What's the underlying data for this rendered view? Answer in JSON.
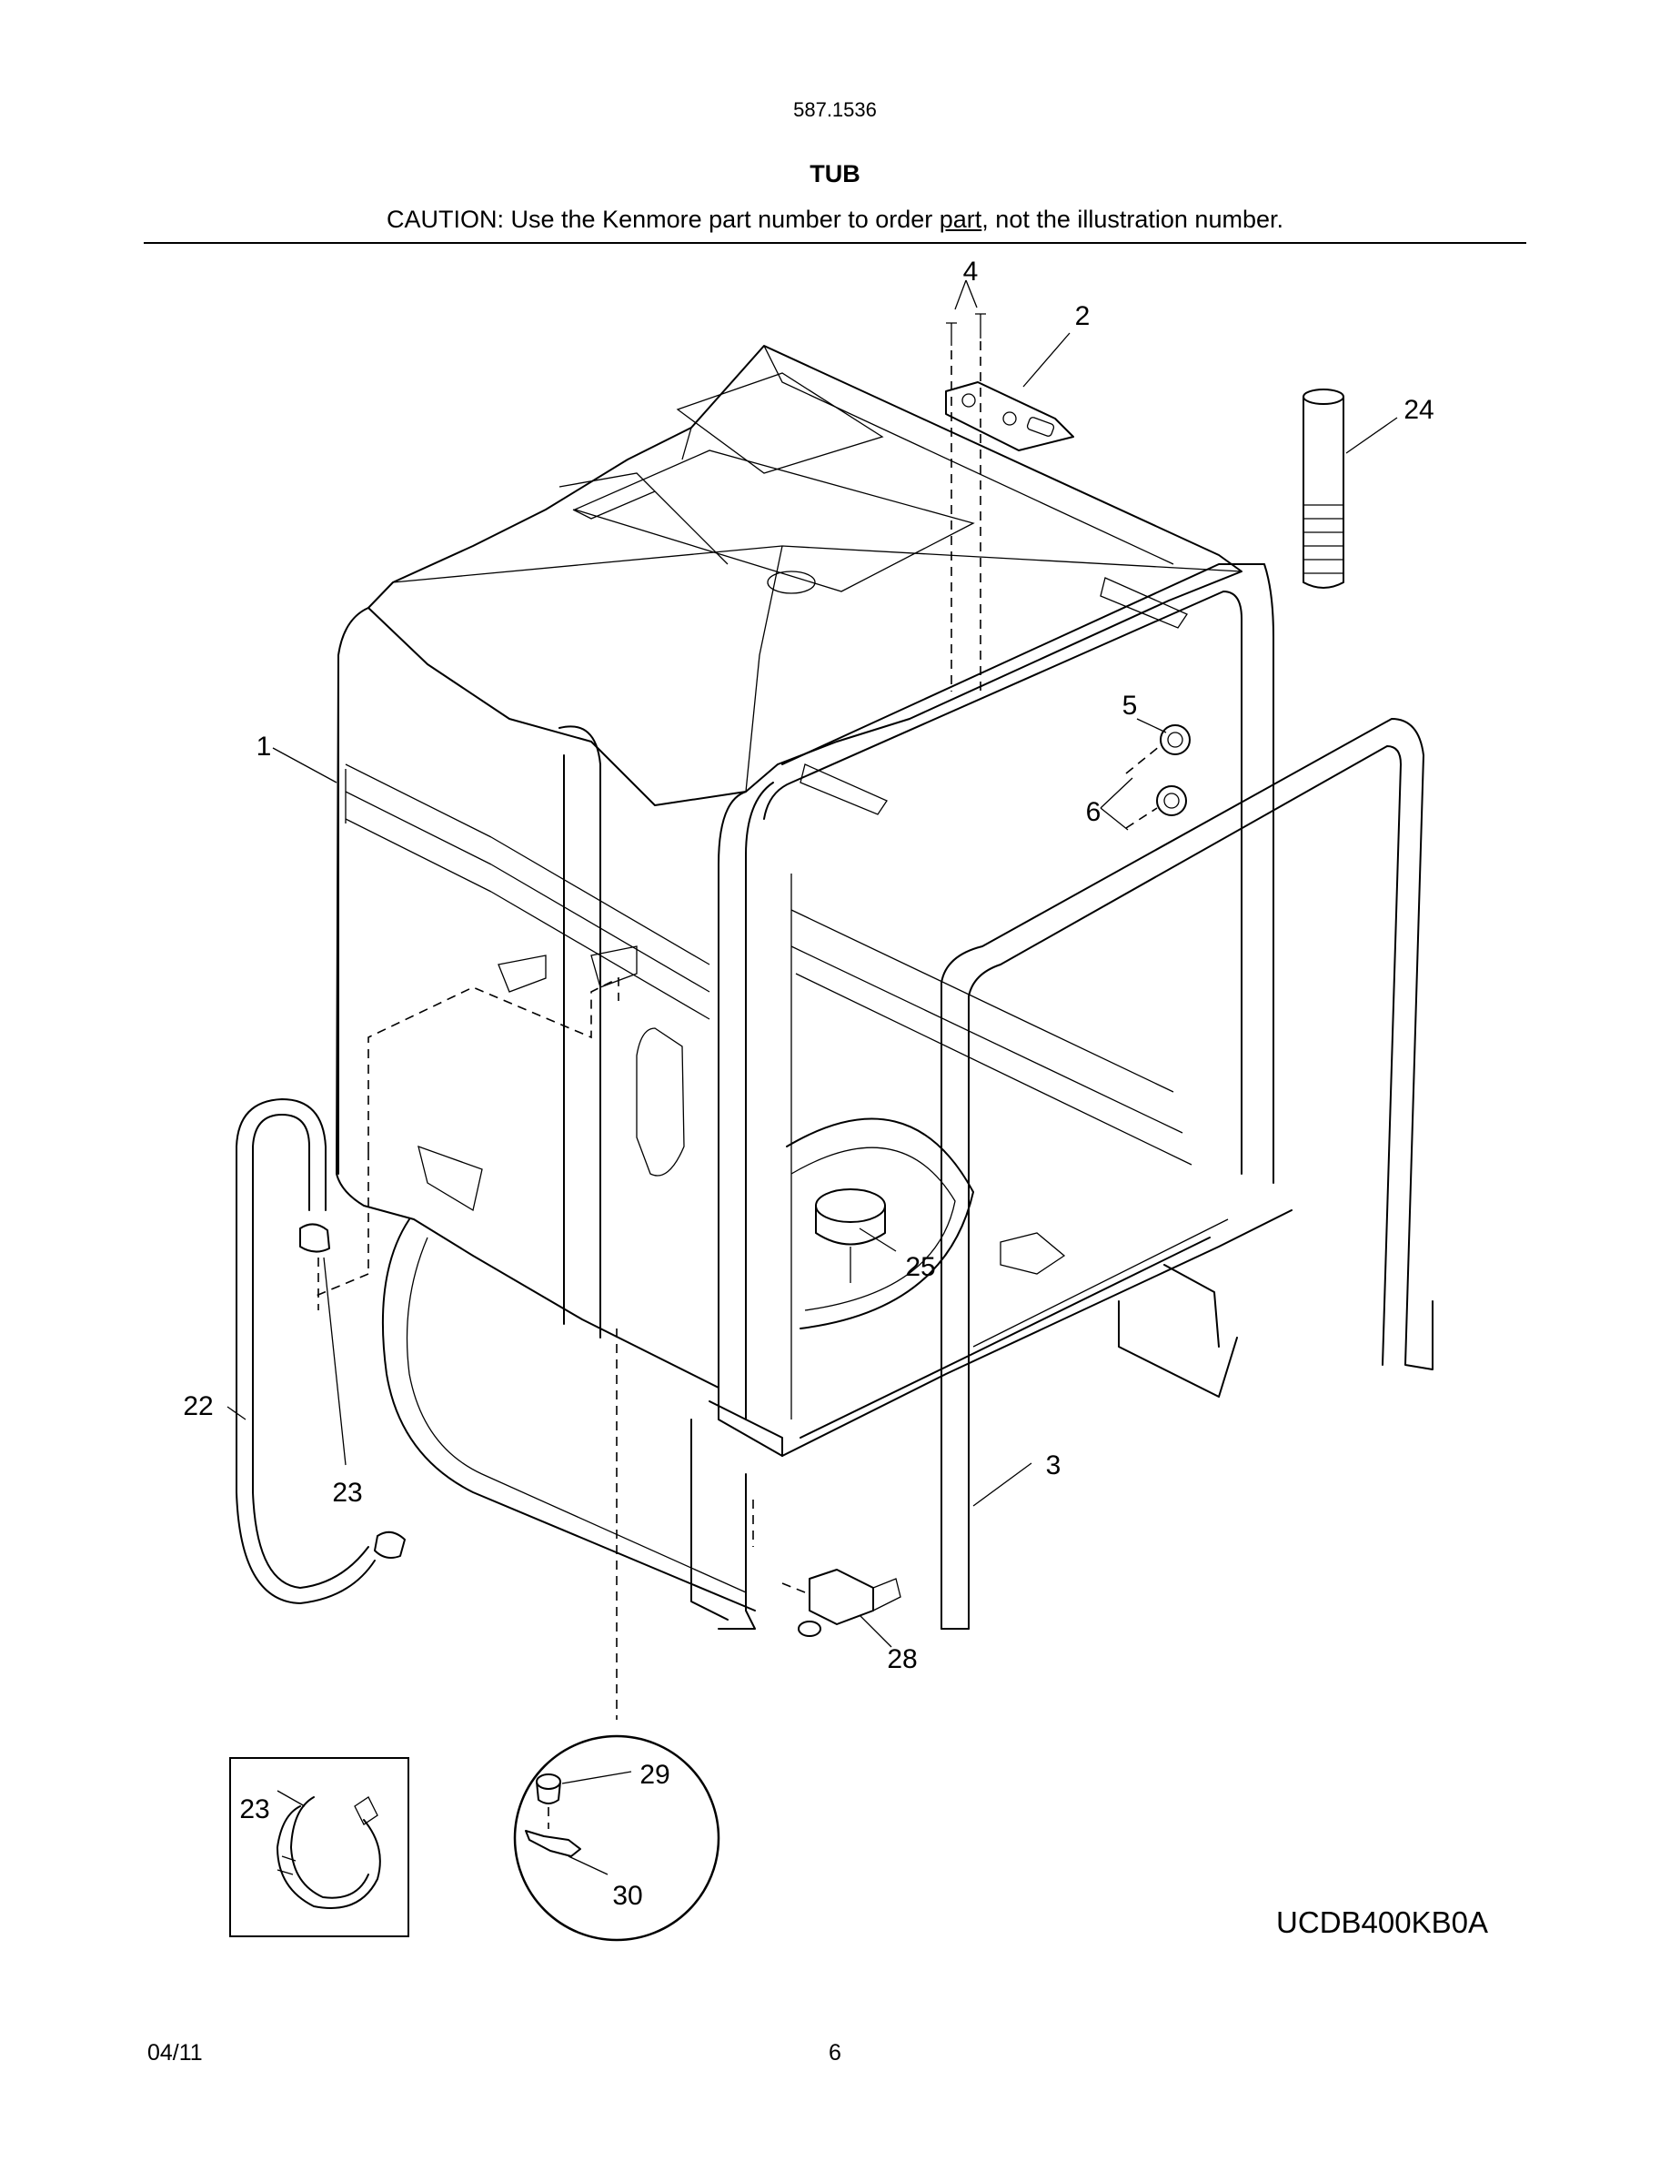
{
  "header": {
    "model_number": "587.1536",
    "section_title": "TUB",
    "caution_before": "CAUTION: Use the Kenmore part number to order ",
    "caution_underlined": "part",
    "caution_after": ", not the illustration number."
  },
  "diagram": {
    "callouts": {
      "c1": "1",
      "c2": "2",
      "c3": "3",
      "c4": "4",
      "c5": "5",
      "c6": "6",
      "c22": "22",
      "c23a": "23",
      "c23b": "23",
      "c24": "24",
      "c25": "25",
      "c28": "28",
      "c29": "29",
      "c30": "30"
    },
    "drawing_code": "UCDB400KB0A"
  },
  "footer": {
    "date": "04/11",
    "page_number": "6"
  }
}
